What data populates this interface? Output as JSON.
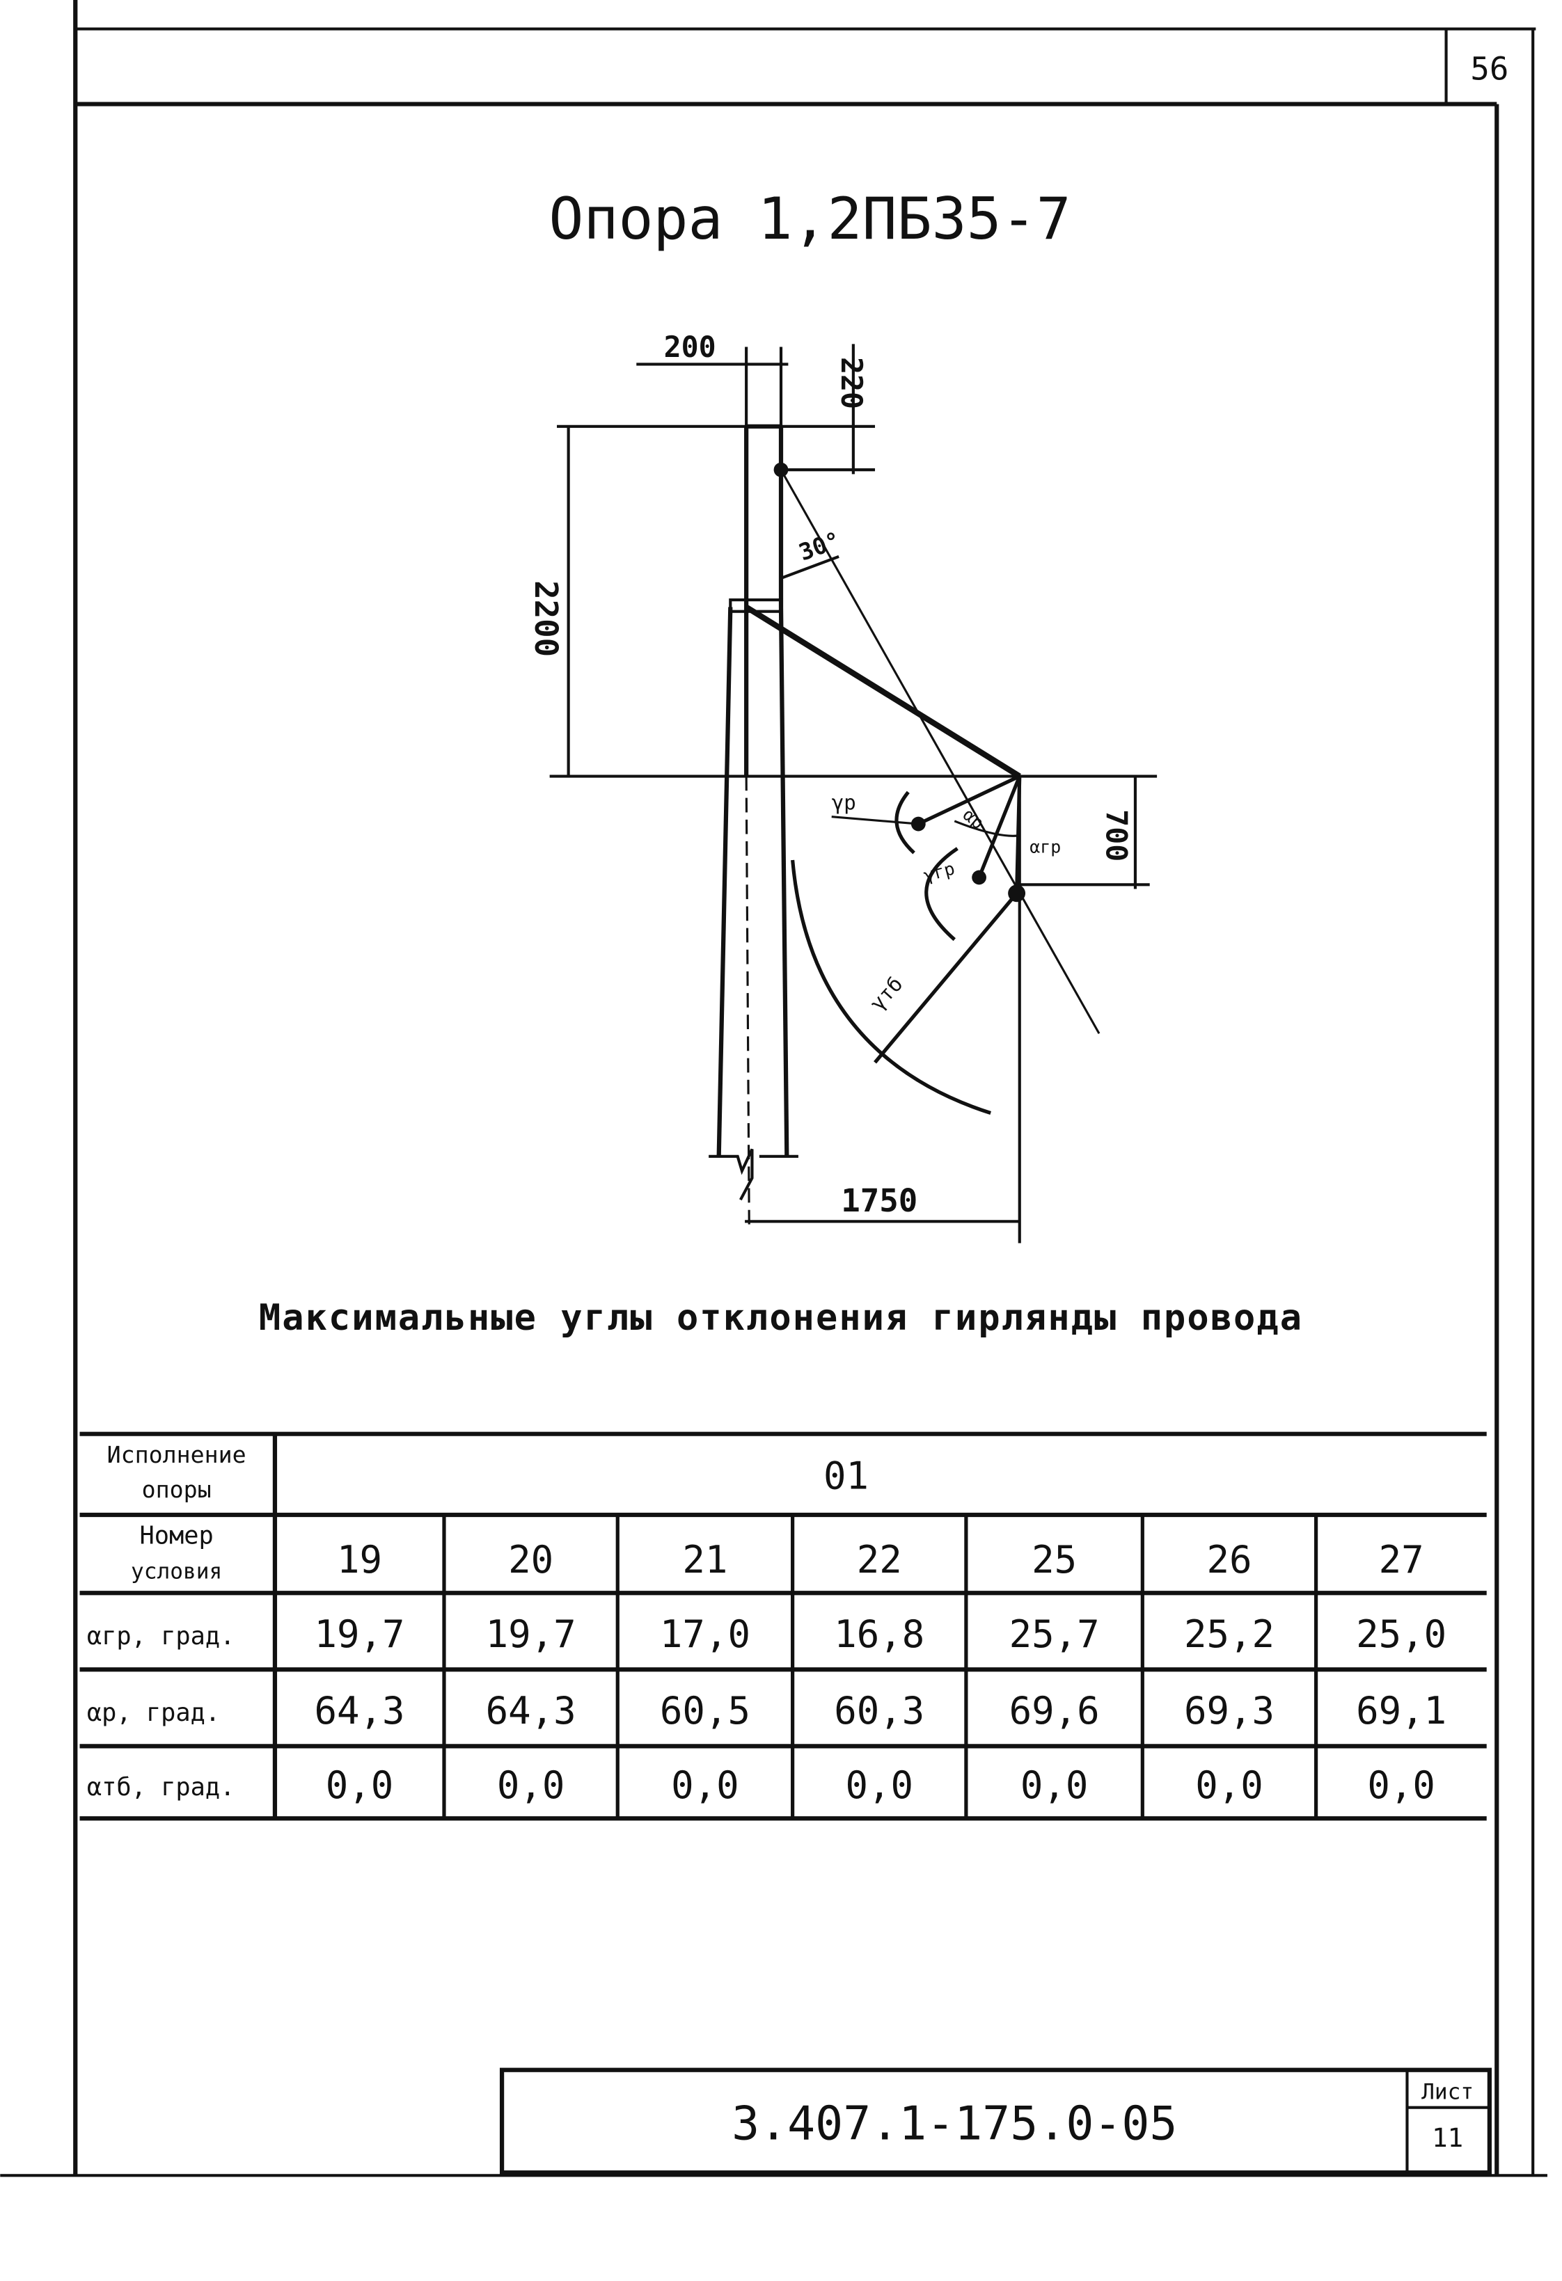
{
  "sheet_corner_number": "56",
  "title": "Опора 1,2ПБ35-7",
  "drawing": {
    "dim_200": "200",
    "dim_220": "220",
    "dim_2200": "2200",
    "dim_700": "700",
    "dim_1750": "1750",
    "angle_30": "30°",
    "label_gr": "γр",
    "label_alpha_r": "αр",
    "label_gamma_gr": "γгр",
    "label_alpha_gr": "αгр",
    "label_gamma_tb": "γтб"
  },
  "subtitle": "Максимальные углы отклонения гирлянды провода",
  "table": {
    "header_execution": [
      "Исполнение",
      "опоры"
    ],
    "execution_value": "01",
    "header_condition": [
      "Номер",
      "условия"
    ],
    "conditions": [
      "19",
      "20",
      "21",
      "22",
      "25",
      "26",
      "27"
    ],
    "rows": [
      {
        "label": "αгр, град.",
        "values": [
          "19,7",
          "19,7",
          "17,0",
          "16,8",
          "25,7",
          "25,2",
          "25,0"
        ]
      },
      {
        "label": "αр, град.",
        "values": [
          "64,3",
          "64,3",
          "60,5",
          "60,3",
          "69,6",
          "69,3",
          "69,1"
        ]
      },
      {
        "label": "αтб, град.",
        "values": [
          "0,0",
          "0,0",
          "0,0",
          "0,0",
          "0,0",
          "0,0",
          "0,0"
        ]
      }
    ]
  },
  "stamp": {
    "doc_number": "3.407.1-175.0-05",
    "sheet_label": "Лист",
    "sheet_number": "11"
  }
}
